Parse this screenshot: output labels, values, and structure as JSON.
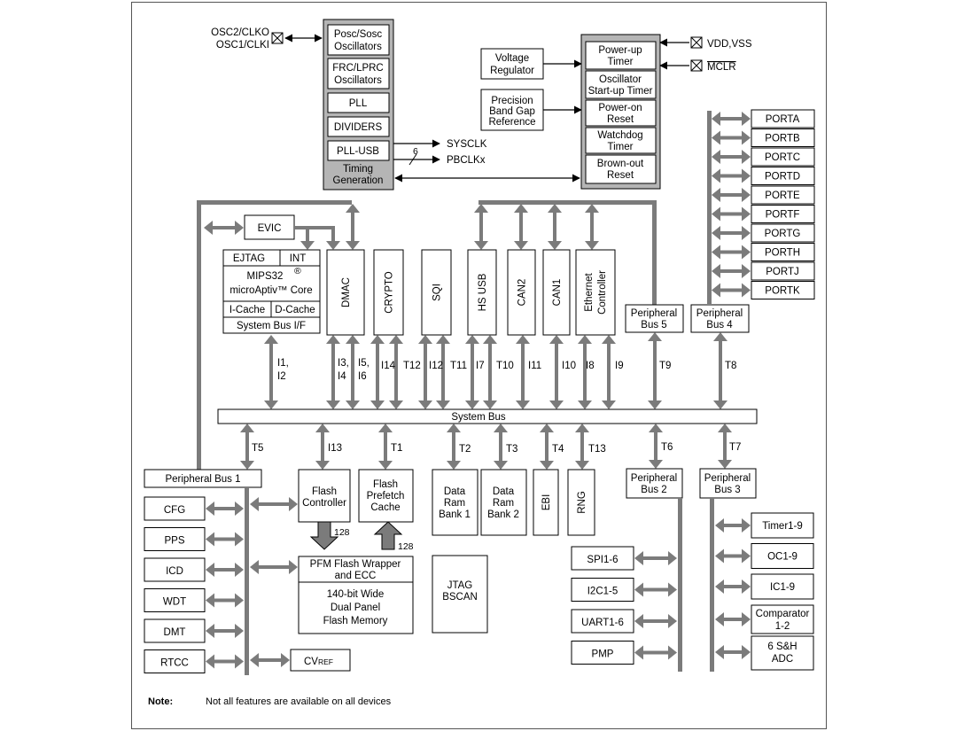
{
  "osc": {
    "osc2": "OSC2/CLKO",
    "osc1": "OSC1/CLKI"
  },
  "timing": {
    "posc1": "Posc/Sosc",
    "posc2": "Oscillators",
    "frc1": "FRC/LPRC",
    "frc2": "Oscillators",
    "pll": "PLL",
    "dividers": "DIVIDERS",
    "pllusb": "PLL-USB",
    "gen1": "Timing",
    "gen2": "Generation",
    "sysclk": "SYSCLK",
    "pbclk": "PBCLKx",
    "six": "6"
  },
  "reset": {
    "vreg1": "Voltage",
    "vreg2": "Regulator",
    "bg1": "Precision",
    "bg2": "Band Gap",
    "bg3": "Reference",
    "pu1": "Power-up",
    "pu2": "Timer",
    "ost1": "Oscillator",
    "ost2": "Start-up Timer",
    "por1": "Power-on",
    "por2": "Reset",
    "wdt1": "Watchdog",
    "wdt2": "Timer",
    "bor1": "Brown-out",
    "bor2": "Reset",
    "vdd": "VDD,VSS",
    "mclr": "MCLR"
  },
  "ports": [
    "PORTA",
    "PORTB",
    "PORTC",
    "PORTD",
    "PORTE",
    "PORTF",
    "PORTG",
    "PORTH",
    "PORTJ",
    "PORTK"
  ],
  "cpu": {
    "evic": "EVIC",
    "ejtag": "EJTAG",
    "int": "INT",
    "mips": "MIPS32",
    "reg": "®",
    "core": "microAptiv™ Core",
    "icache": "I-Cache",
    "dcache": "D-Cache",
    "sbif": "System Bus I/F"
  },
  "masters": [
    "DMAC",
    "CRYPTO",
    "SQI",
    "HS USB",
    "CAN2",
    "CAN1"
  ],
  "ethernet": [
    "Ethernet",
    "Controller"
  ],
  "pb5": [
    "Peripheral",
    "Bus 5"
  ],
  "pb4": [
    "Peripheral",
    "Bus 4"
  ],
  "upper_labels": {
    "i12a": "I1,",
    "i12b": "I2",
    "i34a": "I3,",
    "i34b": "I4",
    "i56a": "I5,",
    "i56b": "I6",
    "i14": "I14",
    "t12": "T12",
    "i12": "I12",
    "t11": "T11",
    "i7": "I7",
    "t10": "T10",
    "i11": "I11",
    "i10": "I10",
    "i8": "I8",
    "i9": "I9",
    "t9": "T9",
    "t8": "T8"
  },
  "system_bus": "System Bus",
  "lower_labels": {
    "t5": "T5",
    "i13": "I13",
    "t1": "T1",
    "t2": "T2",
    "t3": "T3",
    "t4": "T4",
    "t13": "T13",
    "t6": "T6",
    "t7": "T7"
  },
  "pb1": "Peripheral Bus 1",
  "pb1_items": [
    "CFG",
    "PPS",
    "ICD",
    "WDT",
    "DMT",
    "RTCC"
  ],
  "cvref": {
    "cv": "CV",
    "ref": "REF"
  },
  "flash": {
    "fc1": "Flash",
    "fc2": "Controller",
    "fp1": "Flash",
    "fp2": "Prefetch",
    "fp3": "Cache",
    "w128a": "128",
    "w128b": "128",
    "pfm1": "PFM Flash Wrapper",
    "pfm2": "and ECC",
    "mem1": "140-bit Wide",
    "mem2": "Dual Panel",
    "mem3": "Flash Memory"
  },
  "ram1": [
    "Data",
    "Ram",
    "Bank 1"
  ],
  "ram2": [
    "Data",
    "Ram",
    "Bank 2"
  ],
  "ebi": "EBI",
  "rng": "RNG",
  "jtag": [
    "JTAG",
    "BSCAN"
  ],
  "pb2": [
    "Peripheral",
    "Bus 2"
  ],
  "pb2_items": [
    "SPI1-6",
    "I2C1-5",
    "UART1-6",
    "PMP"
  ],
  "pb3": [
    "Peripheral",
    "Bus 3"
  ],
  "pb3_items": [
    "Timer1-9",
    "OC1-9",
    "IC1-9"
  ],
  "comparator": [
    "Comparator",
    "1-2"
  ],
  "adc": [
    "6 S&H",
    "ADC"
  ],
  "note": {
    "label": "Note:",
    "text": "Not all features are available on all devices"
  },
  "colors": {
    "bus": "#7b7b7b",
    "timing_fill": "#b5b5b5"
  }
}
